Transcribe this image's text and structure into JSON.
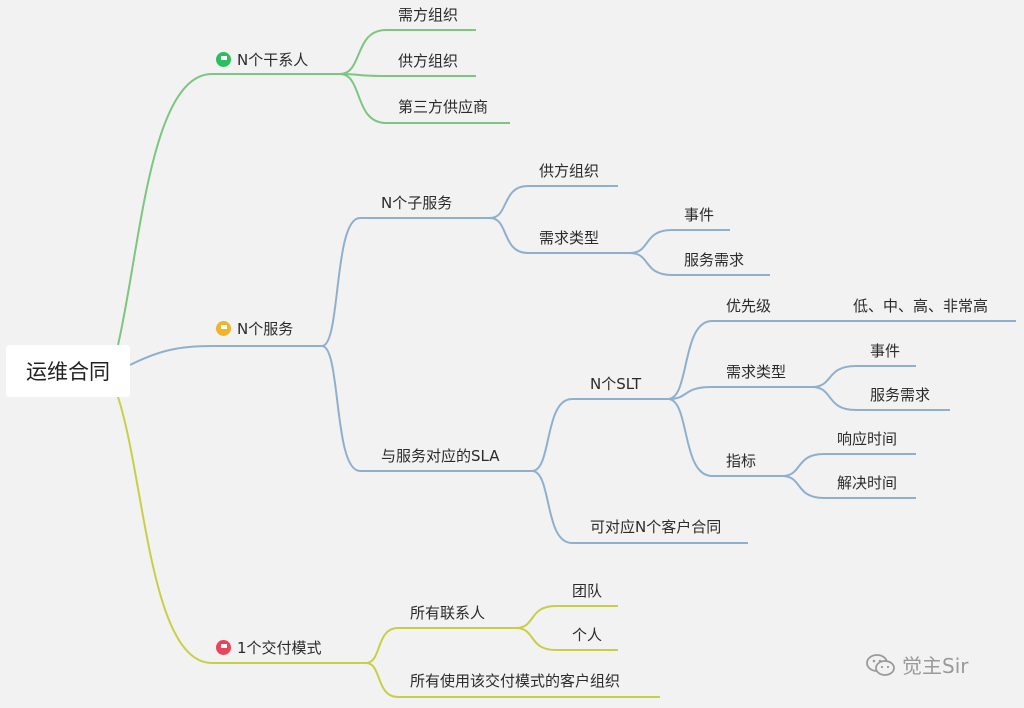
{
  "root": {
    "label": "运维合同"
  },
  "branches": {
    "stakeholders": {
      "label": "N个干系人",
      "children": [
        "需方组织",
        "供方组织",
        "第三方供应商"
      ]
    },
    "services": {
      "label": "N个服务",
      "sub_services": {
        "label": "N个子服务",
        "supplier": "供方组织",
        "demand_type": {
          "label": "需求类型",
          "children": [
            "事件",
            "服务需求"
          ]
        }
      },
      "sla": {
        "label": "与服务对应的SLA",
        "slt": {
          "label": "N个SLT",
          "priority": {
            "label": "优先级",
            "value": "低、中、高、非常高"
          },
          "demand_type": {
            "label": "需求类型",
            "children": [
              "事件",
              "服务需求"
            ]
          },
          "metrics": {
            "label": "指标",
            "children": [
              "响应时间",
              "解决时间"
            ]
          }
        },
        "contracts": "可对应N个客户合同"
      }
    },
    "delivery": {
      "label": "1个交付模式",
      "contacts": {
        "label": "所有联系人",
        "children": [
          "团队",
          "个人"
        ]
      },
      "orgs": "所有使用该交付模式的客户组织"
    }
  },
  "icons": {
    "stakeholders": "green-flag-icon",
    "services": "yellow-flag-icon",
    "delivery": "red-flag-icon",
    "watermark": "wechat-icon"
  },
  "colors": {
    "green": "#7cc77f",
    "blue": "#8fb0cc",
    "yellow": "#c9cf45"
  },
  "watermark": "觉主Sir"
}
